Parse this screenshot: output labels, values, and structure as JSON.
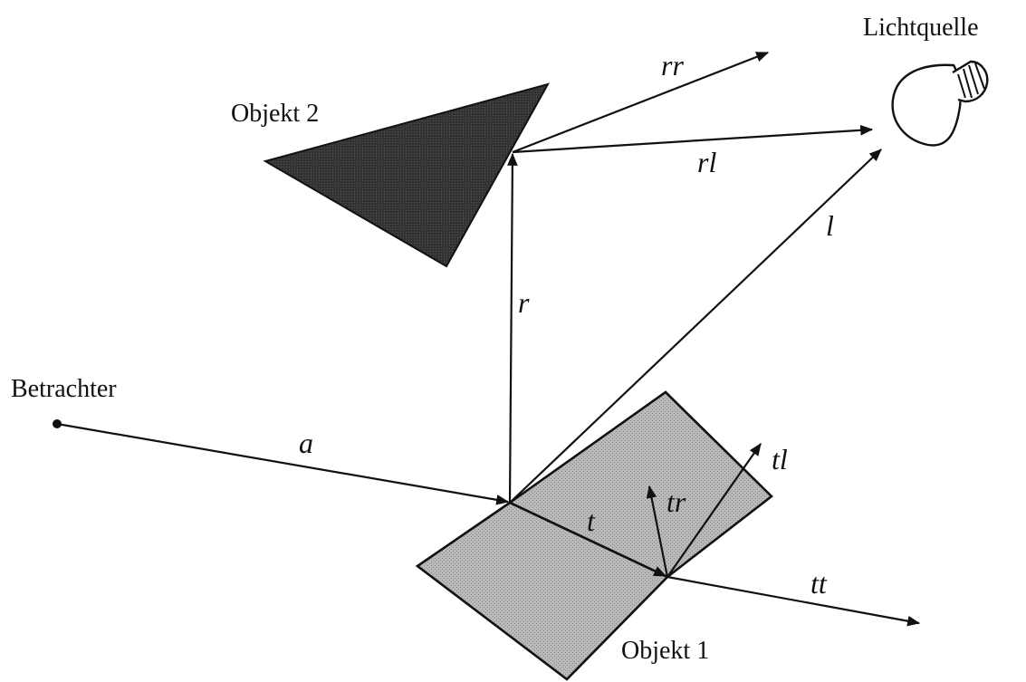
{
  "labels": {
    "light_source": "Lichtquelle",
    "object2": "Objekt 2",
    "object1": "Objekt 1",
    "viewer": "Betrachter"
  },
  "rays": {
    "a": "a",
    "r": "r",
    "l": "l",
    "rr": "rr",
    "rl": "rl",
    "t": "t",
    "tr": "tr",
    "tl": "tl",
    "tt": "tt"
  },
  "colors": {
    "line": "#111111",
    "object2_fill": "#3a3a3a",
    "object1_fill": "#b8b8b8",
    "background": "#ffffff"
  }
}
